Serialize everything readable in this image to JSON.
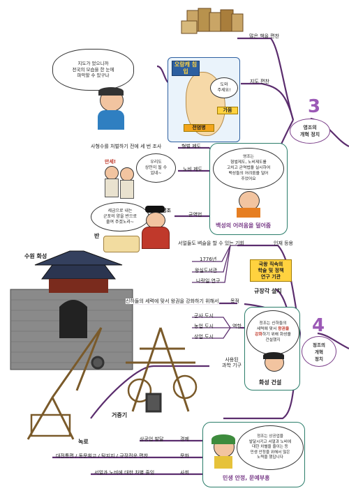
{
  "section3": {
    "number": "3",
    "title": "영조의\n개혁 정치",
    "branch_books": "많은 책을 편찬",
    "branch_maps": "지도 편찬",
    "kid_bubble": "지도가 었으니까\n전국의 모습을 한 눈에\n파악할 수 있구나",
    "map_badge1": "오랑캐\n침입",
    "map_help": "도와\n주세요!",
    "map_drought": "가뭄",
    "map_plague": "전염병",
    "branch_punish": "형벌 제도",
    "punish_detail": "사형수를 처벌하기 전에 세 번 조사",
    "branch_slave": "노비 제도",
    "slave_bubble": "우리도\n상인이 될 수\n있네~",
    "slave_shout": "만세!",
    "branch_tax": "균역법",
    "king_bubble": "세금으로 내는\n군포의 양을 반으로\n줄여 주겠노라~",
    "king_label": "영조",
    "cloth_label": "반",
    "poor_bubble": "영조는\n형벌제도, 노비제도를\n고치고 균역법을 실시하여\n백성들의 어려움을 덜어\n주었어요",
    "poor_box_title": "백성의 어려움을 덜어줌"
  },
  "section4": {
    "number": "4",
    "title": "정조의\n개혁\n정치",
    "branch_talent": "인재 등용",
    "talent_detail": "서얼들도 벼슬을 할 수 있는 기회",
    "kyujang_year": "1776년",
    "kyujang_a": "왕실도서관",
    "kyujang_b": "나랏일 연구",
    "kyujang_box": "국왕 직속의\n학술 및 정책\n연구 기관",
    "kyujang_title": "규장각 설치",
    "hwaseong_label": "수원 화성",
    "purpose_label": "목적",
    "purpose_detail": "신하들의 세력에 맞서 왕권을 강화하기 위해서",
    "role_label": "역할",
    "role_items": [
      "군사 도시",
      "농업 도시",
      "상업 도시"
    ],
    "tools_label": "사용된\n과학 기구",
    "geojunggi": "거중기",
    "nongno": "녹로",
    "hwaseong_bubble_pre": "정조는 신하들의\n세력에 맞서 ",
    "hwaseong_bubble_red": "왕권을\n강화",
    "hwaseong_bubble_post": "하기 위해 화성을\n건설했지",
    "hwaseong_title": "화성 건설",
    "econ_detail": "상공업 발달",
    "econ_label": "경제",
    "culture_detail": "대전통편 / 동문휘고 / 탁지지 / 규장전운 편찬",
    "culture_label": "문화",
    "society_detail": "서얼과 노비에 대한 차별 줄임",
    "society_label": "사회",
    "people_bubble": "정조는 상공업을\n발달시키고 서얼과 노비에\n대한 차별을 줄이는 등\n민생 안정을 위해서 많은\n노력을 했답니다",
    "people_title": "민생 안정, 문예부흥"
  },
  "colors": {
    "branch": "#5b2d6e",
    "accent": "#9b59b6",
    "box_border": "#2a7d6a",
    "highlight": "#ffd23f"
  }
}
